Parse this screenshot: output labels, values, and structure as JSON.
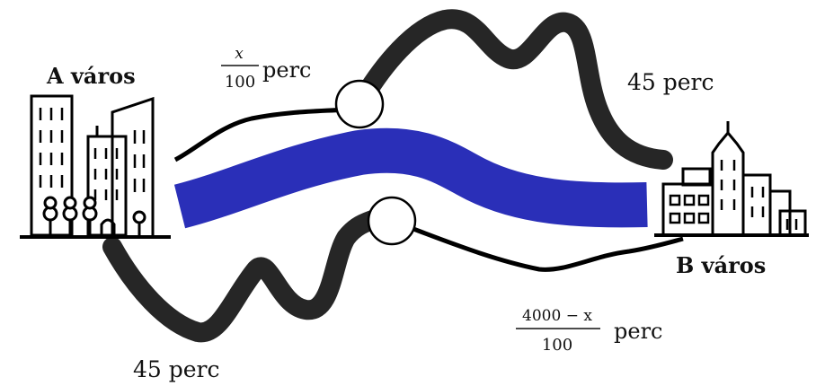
{
  "cities": {
    "a_label": "A város",
    "b_label": "B város"
  },
  "routes": {
    "upper_mountain_time": "45 perc",
    "lower_mountain_time": "45 perc",
    "upper_road_numerator": "x",
    "upper_road_denominator": "100",
    "upper_road_unit": "perc",
    "lower_road_numerator": "4000 − x",
    "lower_road_denominator": "100",
    "lower_road_unit": "perc"
  },
  "colors": {
    "river": "#2a2fb8",
    "road": "#262626",
    "ink": "#111111"
  }
}
